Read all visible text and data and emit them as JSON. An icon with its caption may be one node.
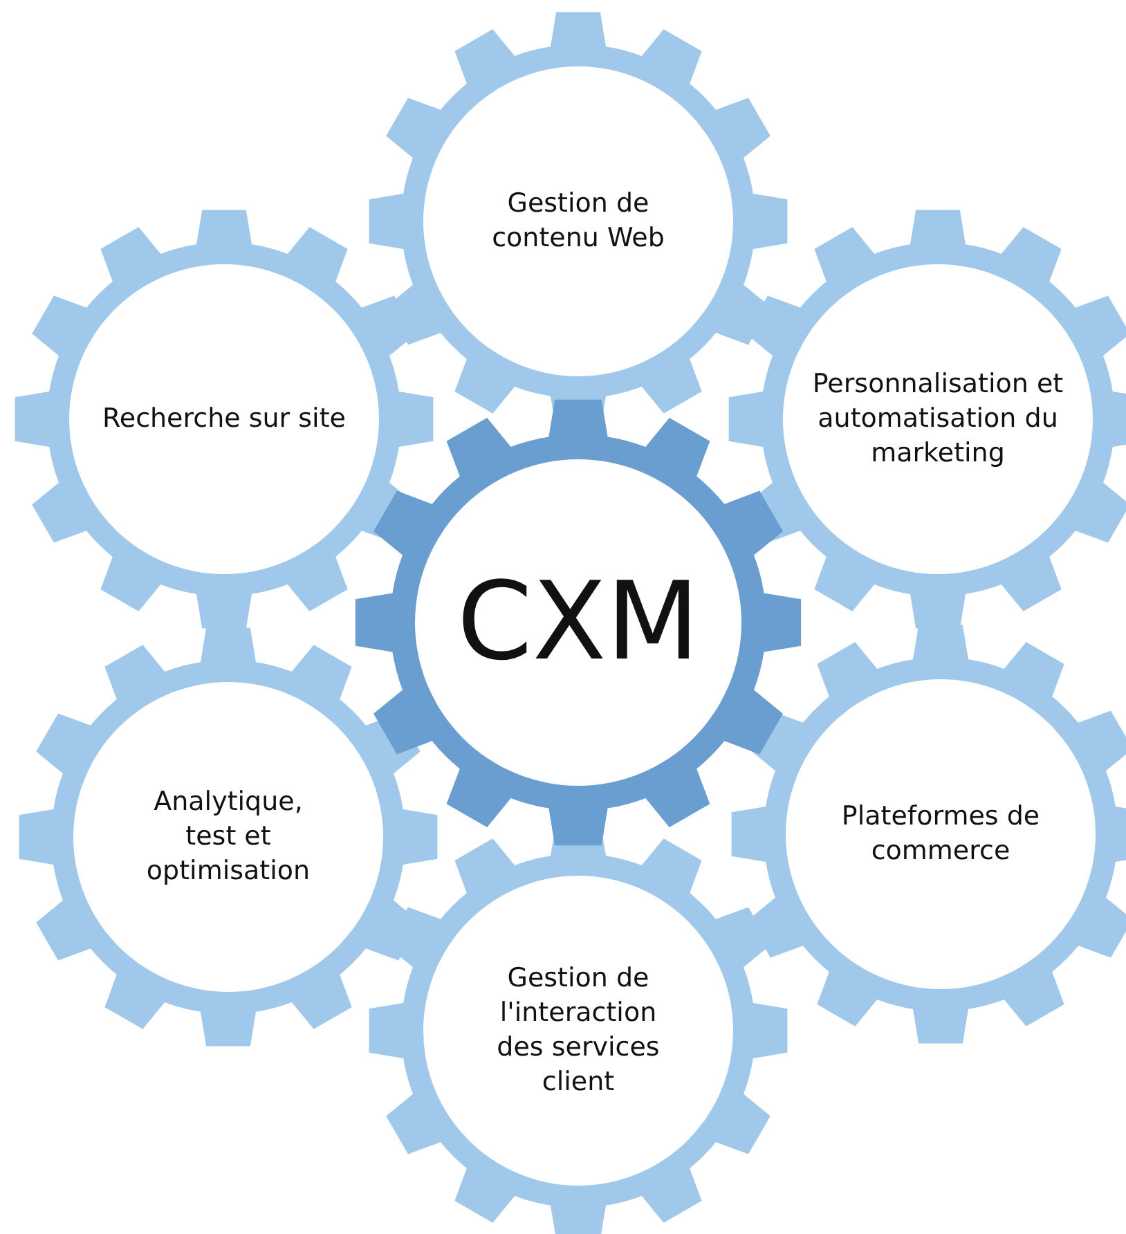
{
  "diagram": {
    "nodes": [
      {
        "text": [
          "Gestion de contenu Web"
        ]
      },
      {
        "text": [
          "Recherche sur site"
        ]
      },
      {
        "text": [
          "Personnalisation et automatisation du marketing"
        ]
      },
      {
        "text": [
          "CXM"
        ]
      },
      {
        "text": [
          "Analytique, test et optimisation"
        ]
      },
      {
        "text": [
          "Plateformes de commerce"
        ]
      },
      {
        "text": [
          "Gestion de l'interaction des services client"
        ]
      }
    ]
  }
}
